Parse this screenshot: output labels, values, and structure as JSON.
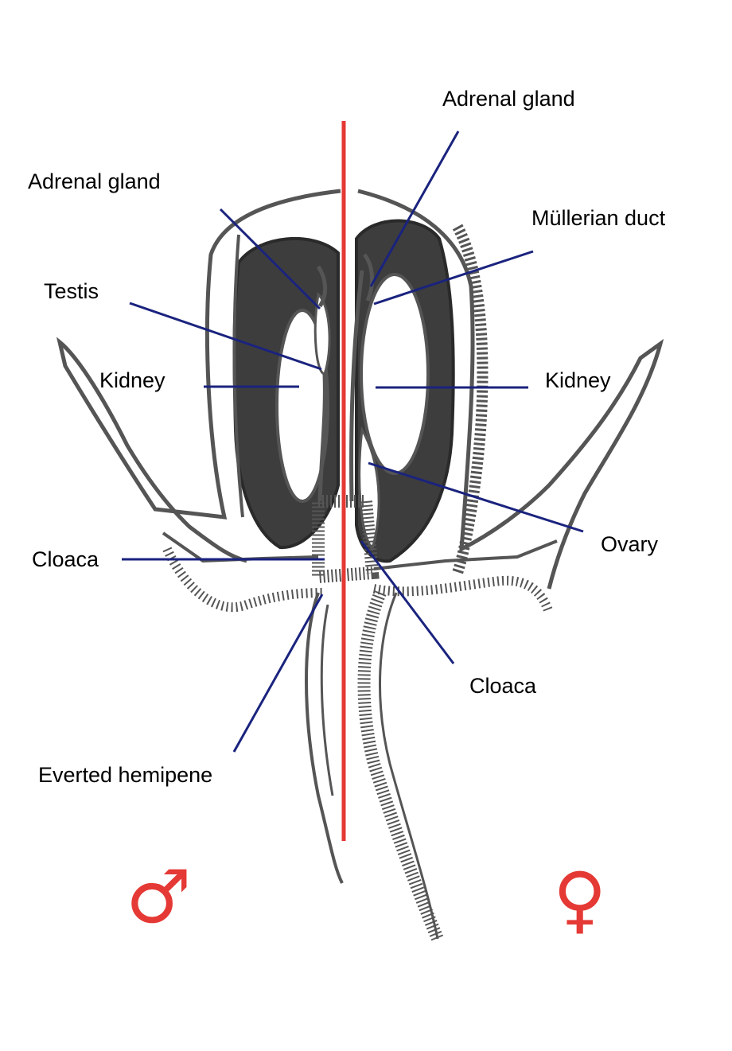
{
  "labels": {
    "adrenal_gland_right": "Adrenal gland",
    "adrenal_gland_left": "Adrenal gland",
    "mullerian_duct": "Müllerian duct",
    "testis": "Testis",
    "kidney_left": "Kidney",
    "kidney_right": "Kidney",
    "ovary": "Ovary",
    "cloaca_left": "Cloaca",
    "cloaca_right": "Cloaca",
    "everted_hemipene": "Everted hemipene"
  },
  "symbols": {
    "male": "♂",
    "female": "♀"
  },
  "colors": {
    "label_text": "#000000",
    "leader_line": "#1a237e",
    "midline": "#e53935",
    "symbol": "#e53935",
    "drawing_ink": "#555555",
    "drawing_fill": "#3d3d3d"
  }
}
